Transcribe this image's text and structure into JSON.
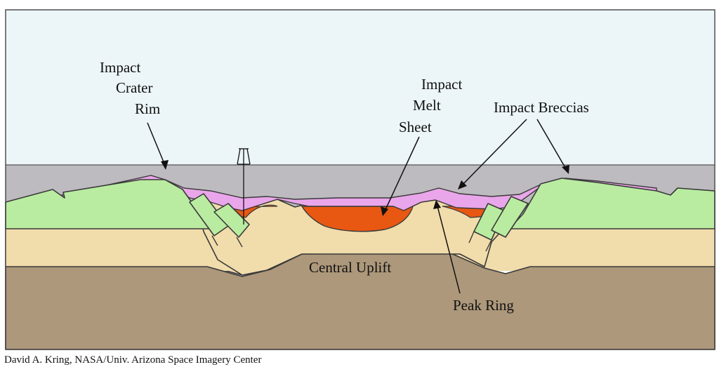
{
  "labels": {
    "crater_rim": [
      "Impact",
      "Crater",
      "Rim"
    ],
    "melt_sheet": [
      "Impact",
      "Melt",
      "Sheet"
    ],
    "breccias": "Impact Breccias",
    "central_uplift": "Central Uplift",
    "peak_ring": "Peak Ring"
  },
  "credit": "David A. Kring, NASA/Univ. Arizona Space Imagery Center",
  "colors": {
    "sky": "#ecf5f8",
    "water_grey": "#bdbbbf",
    "green_target": "#b9eca0",
    "tan_target": "#f1dcab",
    "basement": "#ad987b",
    "breccia_pink": "#eaa6ea",
    "melt_orange": "#e85812"
  }
}
